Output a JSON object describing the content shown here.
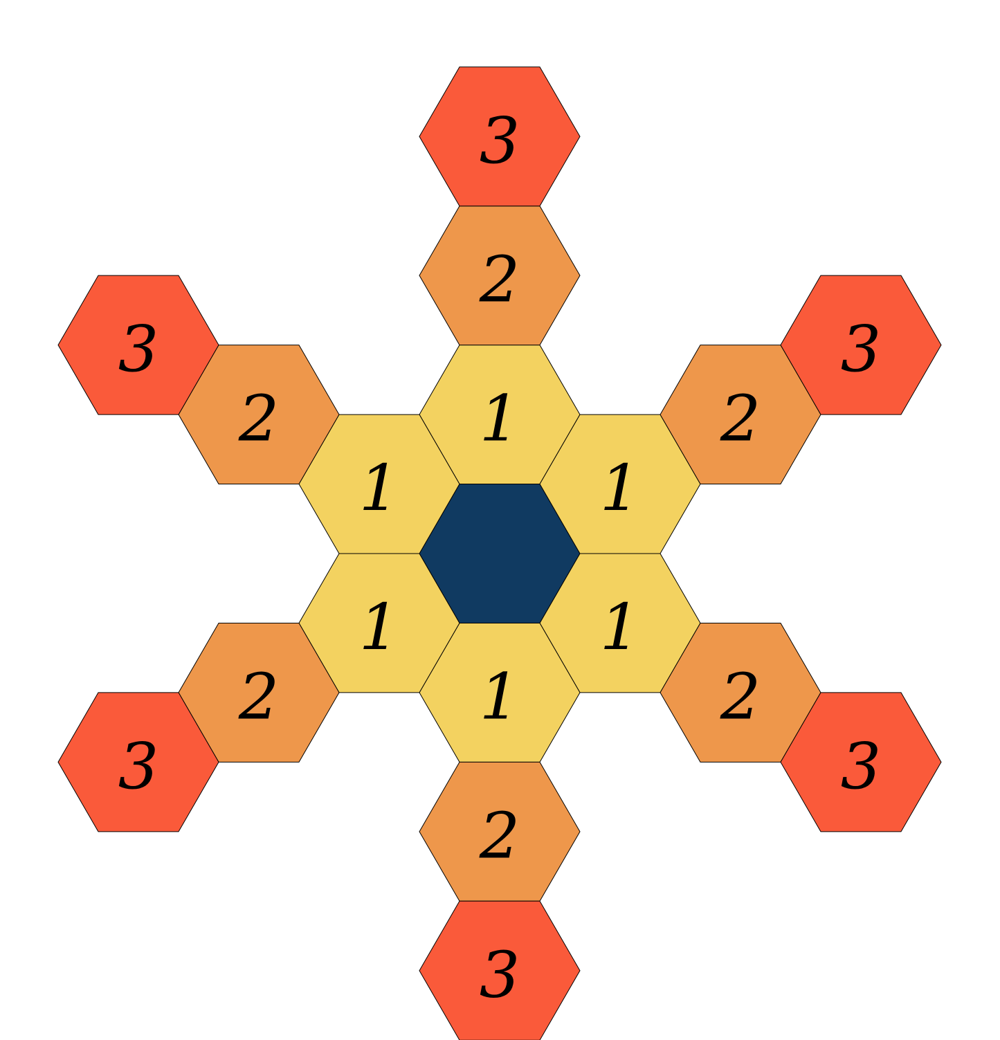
{
  "colors": {
    "background": "#ffffff",
    "outline": "#000000",
    "center": "#103a61",
    "ring": {
      "1": "#f3d260",
      "2": "#ee974b",
      "3": "#fa5a3a"
    }
  },
  "cells": [
    {
      "id": "center",
      "ring": 0,
      "direction": "center",
      "label": ""
    },
    {
      "id": "r1-up",
      "ring": 1,
      "direction": "up",
      "label": "1"
    },
    {
      "id": "r1-upper-right",
      "ring": 1,
      "direction": "upper-right",
      "label": "1"
    },
    {
      "id": "r1-lower-right",
      "ring": 1,
      "direction": "lower-right",
      "label": "1"
    },
    {
      "id": "r1-down",
      "ring": 1,
      "direction": "down",
      "label": "1"
    },
    {
      "id": "r1-lower-left",
      "ring": 1,
      "direction": "lower-left",
      "label": "1"
    },
    {
      "id": "r1-upper-left",
      "ring": 1,
      "direction": "upper-left",
      "label": "1"
    },
    {
      "id": "r2-up",
      "ring": 2,
      "direction": "up",
      "label": "2"
    },
    {
      "id": "r2-upper-right",
      "ring": 2,
      "direction": "upper-right",
      "label": "2"
    },
    {
      "id": "r2-lower-right",
      "ring": 2,
      "direction": "lower-right",
      "label": "2"
    },
    {
      "id": "r2-down",
      "ring": 2,
      "direction": "down",
      "label": "2"
    },
    {
      "id": "r2-lower-left",
      "ring": 2,
      "direction": "lower-left",
      "label": "2"
    },
    {
      "id": "r2-upper-left",
      "ring": 2,
      "direction": "upper-left",
      "label": "2"
    },
    {
      "id": "r3-up",
      "ring": 3,
      "direction": "up",
      "label": "3"
    },
    {
      "id": "r3-upper-right",
      "ring": 3,
      "direction": "upper-right",
      "label": "3"
    },
    {
      "id": "r3-lower-right",
      "ring": 3,
      "direction": "lower-right",
      "label": "3"
    },
    {
      "id": "r3-down",
      "ring": 3,
      "direction": "down",
      "label": "3"
    },
    {
      "id": "r3-lower-left",
      "ring": 3,
      "direction": "lower-left",
      "label": "3"
    },
    {
      "id": "r3-upper-left",
      "ring": 3,
      "direction": "upper-left",
      "label": "3"
    }
  ]
}
